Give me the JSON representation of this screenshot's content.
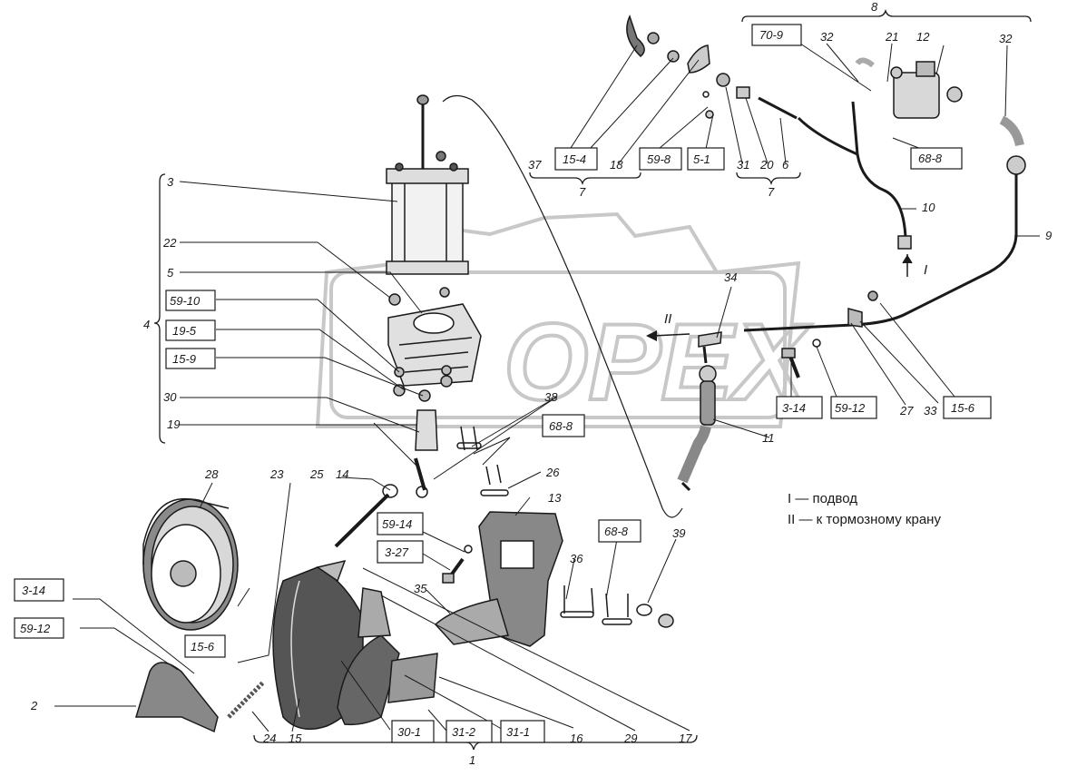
{
  "watermark": "OPEX",
  "labels": {
    "n1": "1",
    "n2": "2",
    "n3": "3",
    "n4": "4",
    "n5": "5",
    "n6": "6",
    "n7a": "7",
    "n7b": "7",
    "n8": "8",
    "n9": "9",
    "n10": "10",
    "n11": "11",
    "n12": "12",
    "n13": "13",
    "n14": "14",
    "n15": "15",
    "n16": "16",
    "n17": "17",
    "n18": "18",
    "n19": "19",
    "n20": "20",
    "n21": "21",
    "n22": "22",
    "n23": "23",
    "n24": "24",
    "n25": "25",
    "n26": "26",
    "n27": "27",
    "n28": "28",
    "n29": "29",
    "n30": "30",
    "n31": "31",
    "n32a": "32",
    "n32b": "32",
    "n33": "33",
    "n34": "34",
    "n35": "35",
    "n36": "36",
    "n37": "37",
    "n38": "38",
    "n39": "39",
    "arrowI": "I",
    "arrowII": "II"
  },
  "boxed_labels": {
    "b70_9": "70-9",
    "b15_4": "15-4",
    "b59_8": "59-8",
    "b5_1": "5-1",
    "b68_8a": "68-8",
    "b59_10": "59-10",
    "b19_5": "19-5",
    "b15_9": "15-9",
    "b68_8b": "68-8",
    "b3_14a": "3-14",
    "b59_12a": "59-12",
    "b15_6a": "15-6",
    "b59_14": "59-14",
    "b3_27": "3-27",
    "b68_8c": "68-8",
    "b3_14b": "3-14",
    "b59_12b": "59-12",
    "b15_6b": "15-6",
    "b30_1": "30-1",
    "b31_2": "31-2",
    "b31_1": "31-1"
  },
  "legend": {
    "line1": "I — подвод",
    "line2": "II — к тормозному крану"
  }
}
